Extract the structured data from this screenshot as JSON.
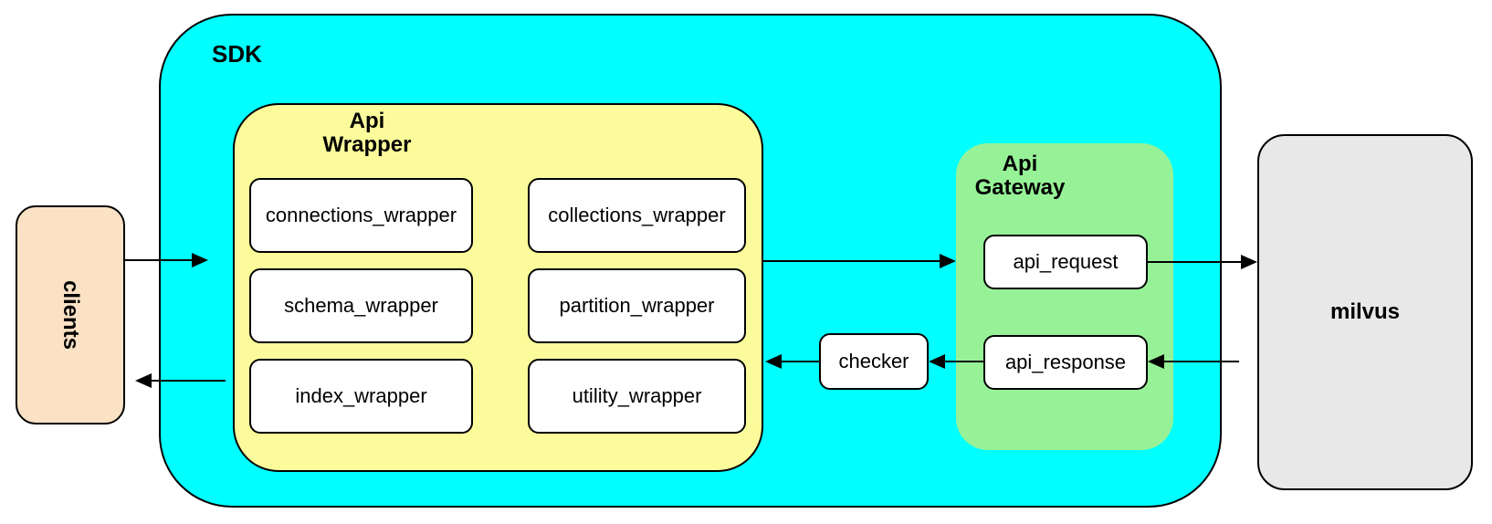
{
  "diagram": {
    "sdk": {
      "label": "SDK",
      "fill": "#00FFFF"
    },
    "clients": {
      "label": "clients",
      "fill": "#FBE2C5"
    },
    "api_wrapper": {
      "label_line1": "Api",
      "label_line2": "Wrapper",
      "fill": "#FBFB9B",
      "modules": [
        {
          "label": "connections_wrapper"
        },
        {
          "label": "collections_wrapper"
        },
        {
          "label": "schema_wrapper"
        },
        {
          "label": "partition_wrapper"
        },
        {
          "label": "index_wrapper"
        },
        {
          "label": "utility_wrapper"
        }
      ]
    },
    "checker": {
      "label": "checker"
    },
    "api_gateway": {
      "label_line1": "Api",
      "label_line2": "Gateway",
      "fill": "#97F297",
      "request": {
        "label": "api_request"
      },
      "response": {
        "label": "api_response"
      }
    },
    "milvus": {
      "label": "milvus",
      "fill": "#E8E8E8"
    }
  }
}
